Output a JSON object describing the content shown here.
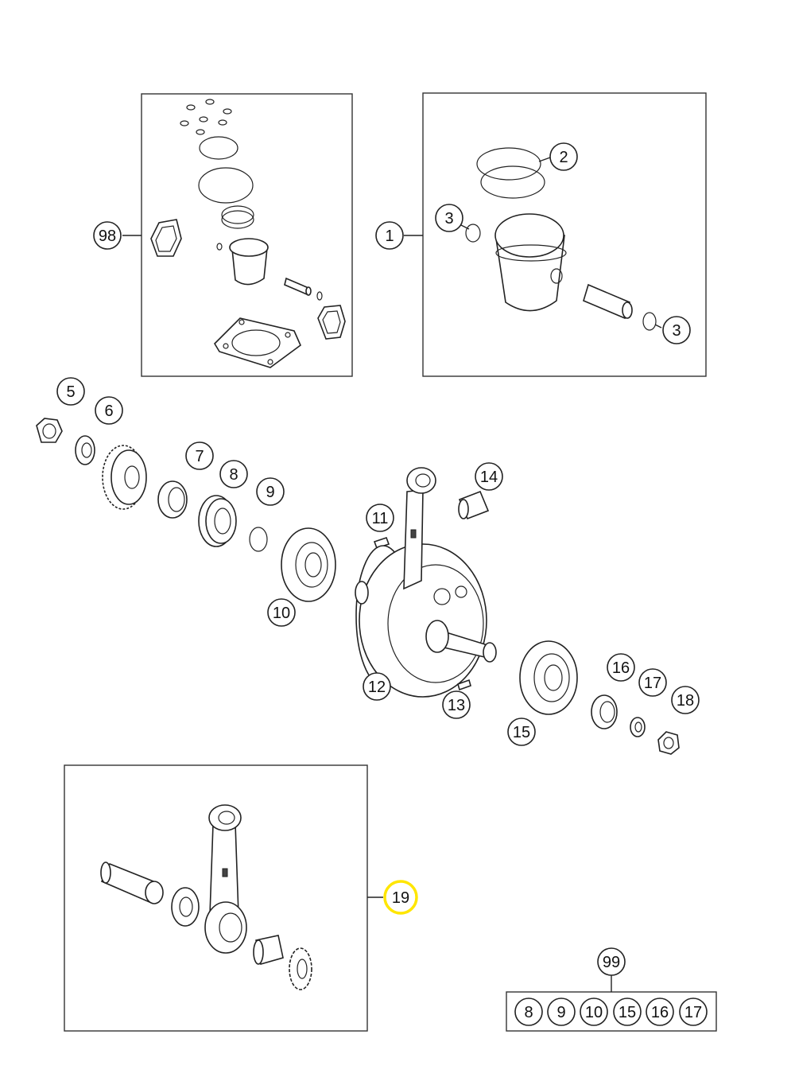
{
  "callouts": {
    "c98": "98",
    "c1": "1",
    "c2": "2",
    "c3a": "3",
    "c3b": "3",
    "c5": "5",
    "c6": "6",
    "c7": "7",
    "c8": "8",
    "c9": "9",
    "c10": "10",
    "c11": "11",
    "c12": "12",
    "c13": "13",
    "c14": "14",
    "c15": "15",
    "c16": "16",
    "c17": "17",
    "c18": "18",
    "c19": "19",
    "c99": "99"
  },
  "set99_items": [
    "8",
    "9",
    "10",
    "15",
    "16",
    "17"
  ],
  "highlight": {
    "callout": "19",
    "color": "#ffe600"
  },
  "colors": {
    "line": "#222222",
    "background": "#ffffff"
  }
}
